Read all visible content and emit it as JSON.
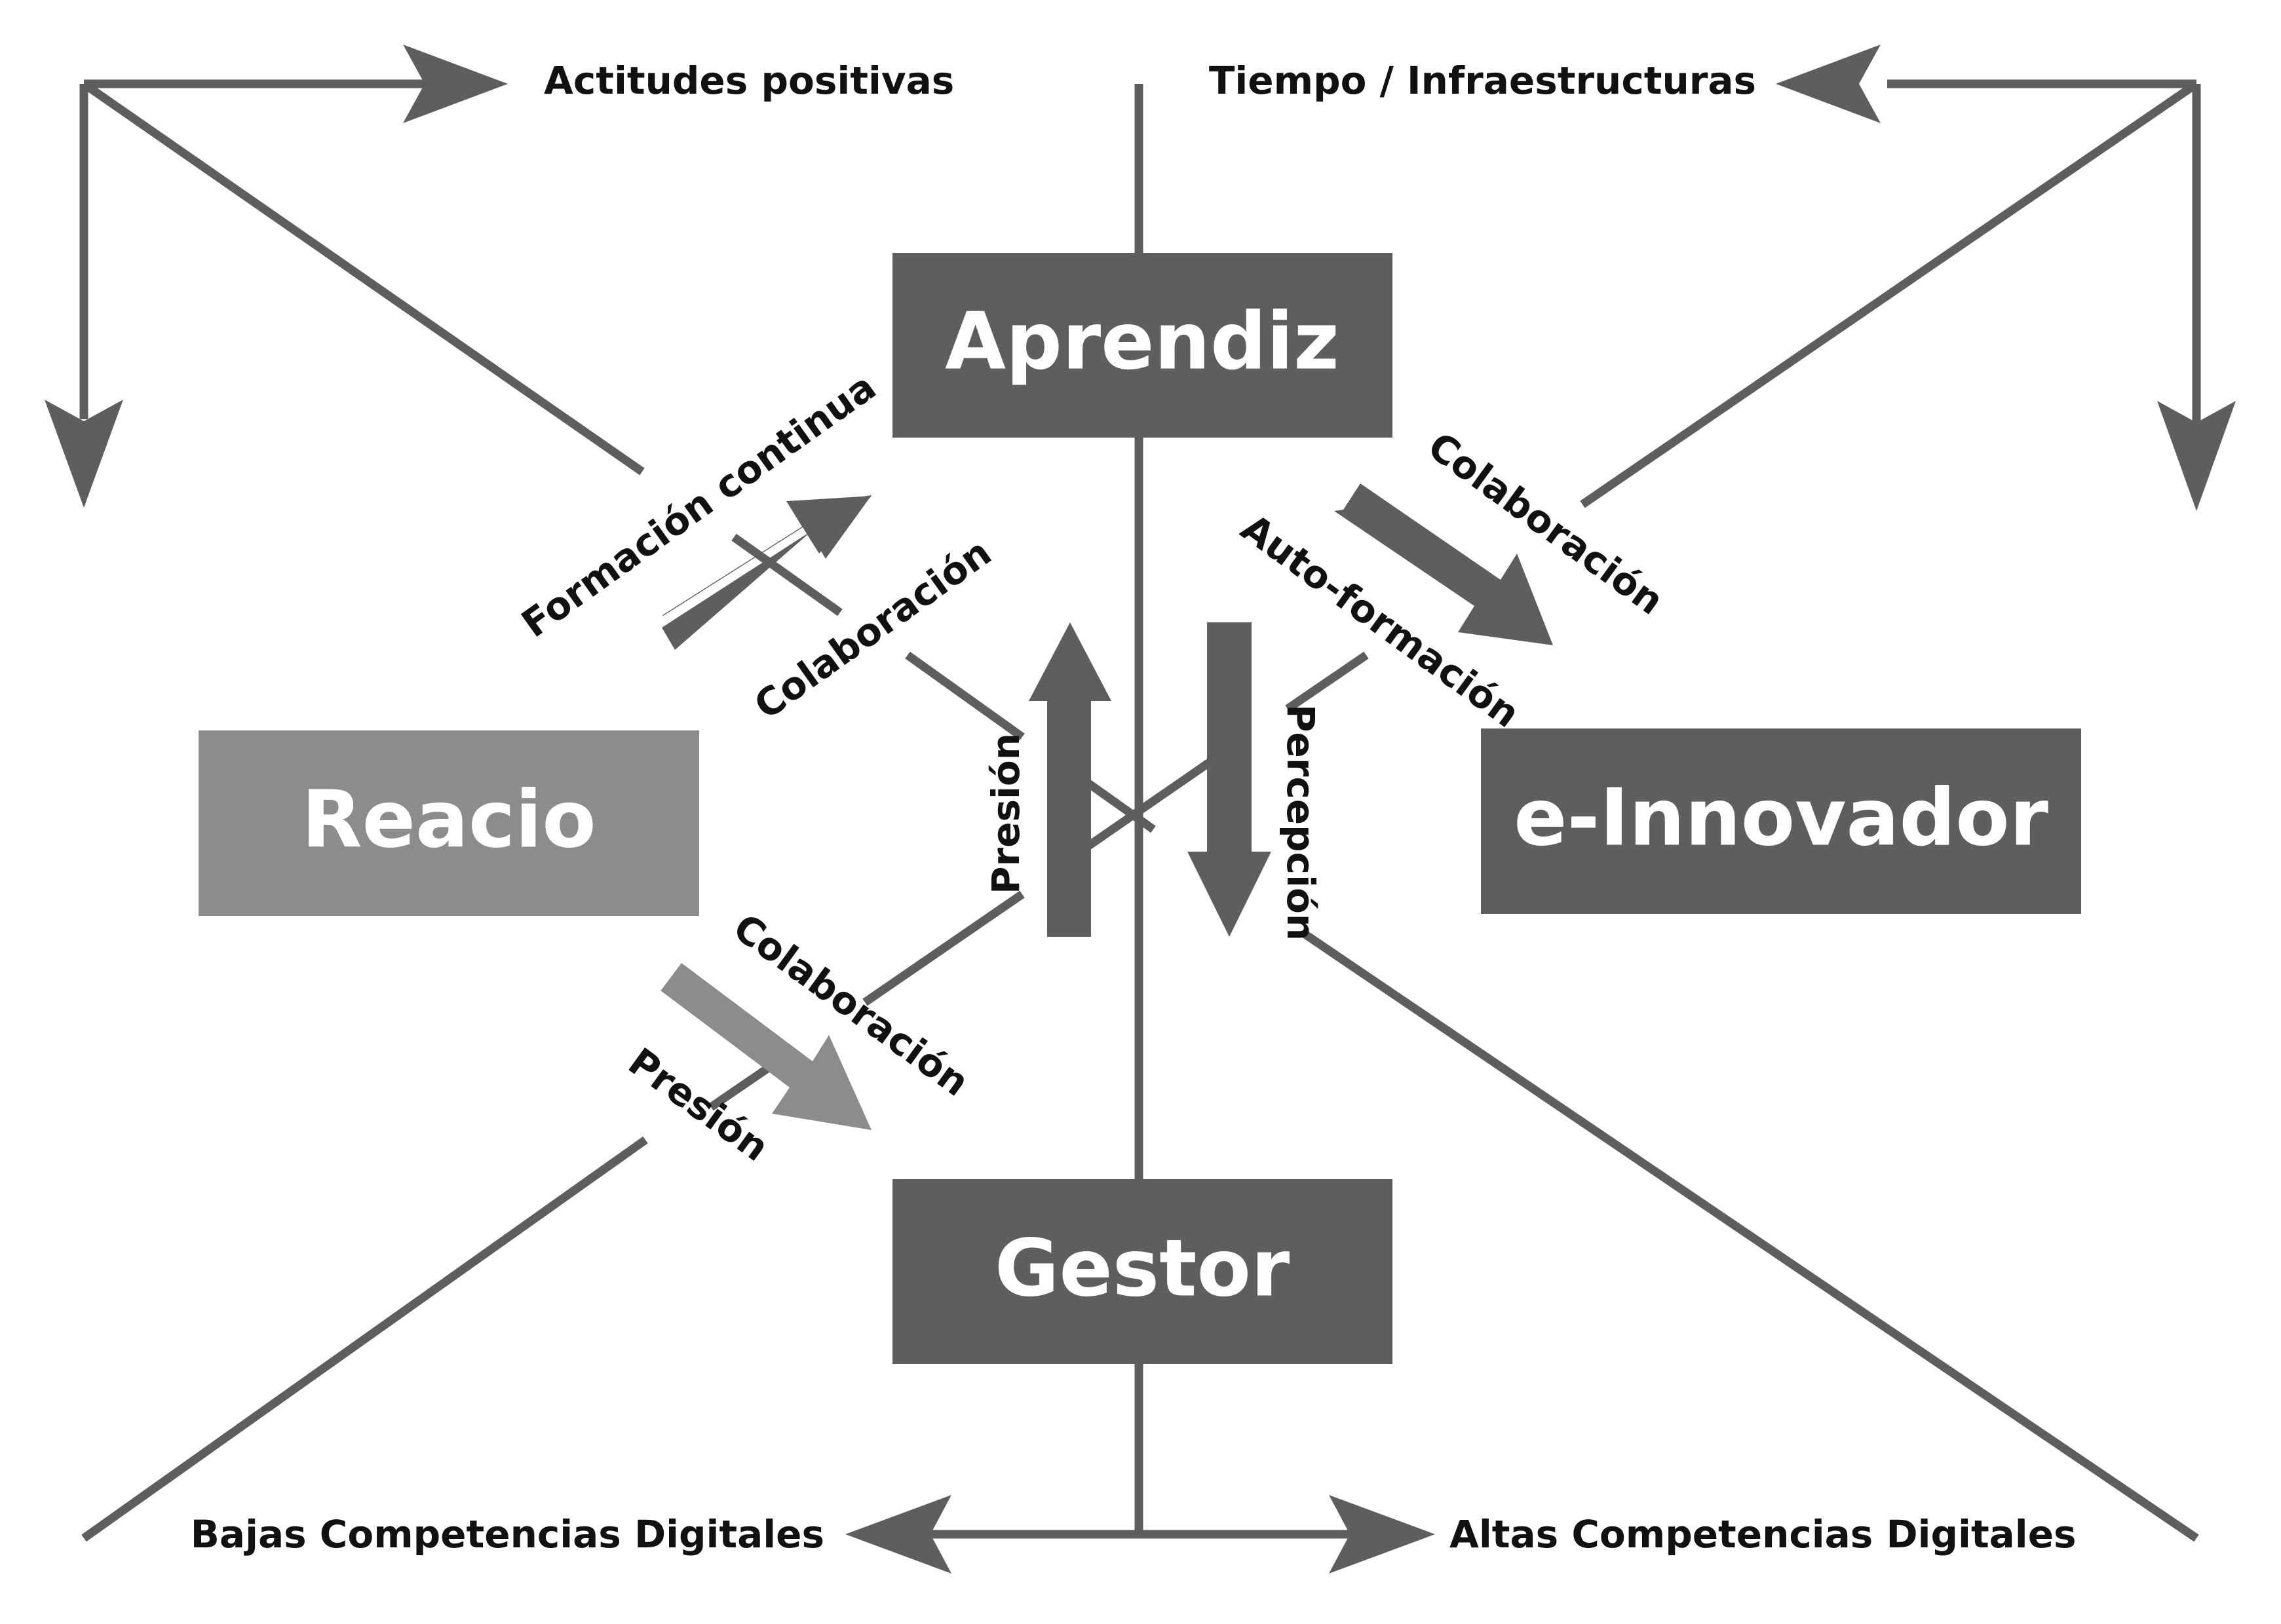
{
  "colors": {
    "dark_box": "#5e5e5e",
    "light_box": "#8c8c8c",
    "line": "#5e5e5e",
    "light_arrow": "#8c8c8c",
    "text": "#111111",
    "box_text": "#ffffff"
  },
  "boxes": {
    "aprendiz": "Aprendiz",
    "reacio": "Reacio",
    "e_innovador": "e-Innovador",
    "gestor": "Gestor"
  },
  "axes": {
    "top_left": "Actitudes positivas",
    "top_right": "Tiempo / Infraestructuras",
    "bottom_left": "Bajas Competencias Digitales",
    "bottom_right": "Altas Competencias Digitales"
  },
  "flows": {
    "formacion_continua": "Formación continua",
    "colaboracion_upper_left": "Colaboración",
    "colaboracion_upper_right": "Colaboración",
    "auto_formacion": "Auto-formación",
    "presion_center": "Presión",
    "percepcion": "Percepción",
    "colaboracion_lower_left": "Colaboración",
    "presion_lower_left": "Presión"
  }
}
